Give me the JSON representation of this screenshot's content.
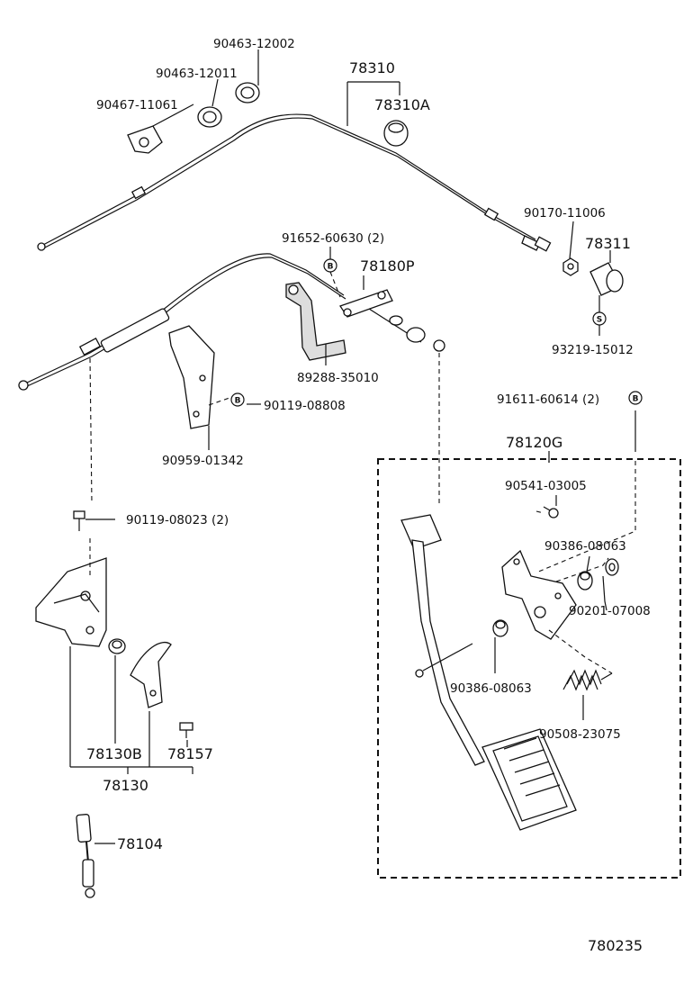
{
  "labels": {
    "p90463_12002": "90463-12002",
    "p90463_12011": "90463-12011",
    "p90467_11061": "90467-11061",
    "p78310": "78310",
    "p78310A": "78310A",
    "p90170_11006": "90170-11006",
    "p78311": "78311",
    "p93219_15012": "93219-15012",
    "p91652_60630": "91652-60630 (2)",
    "p78180P": "78180P",
    "p89288_35010": "89288-35010",
    "p90119_08808": "90119-08808",
    "p90959_01342": "90959-01342",
    "p91611_60614": "91611-60614 (2)",
    "p78120G": "78120G",
    "p90541_03005": "90541-03005",
    "p90386_08063_a": "90386-08063",
    "p90201_07008": "90201-07008",
    "p90386_08063_b": "90386-08063",
    "p90508_23075": "90508-23075",
    "p90119_08023": "90119-08023 (2)",
    "p78130B": "78130B",
    "p78157": "78157",
    "p78130": "78130",
    "p78104": "78104",
    "figure_code": "780235"
  },
  "badges": {
    "b_letter": "B",
    "s_letter": "S"
  },
  "colors": {
    "ink": "#111111",
    "background": "#ffffff"
  }
}
